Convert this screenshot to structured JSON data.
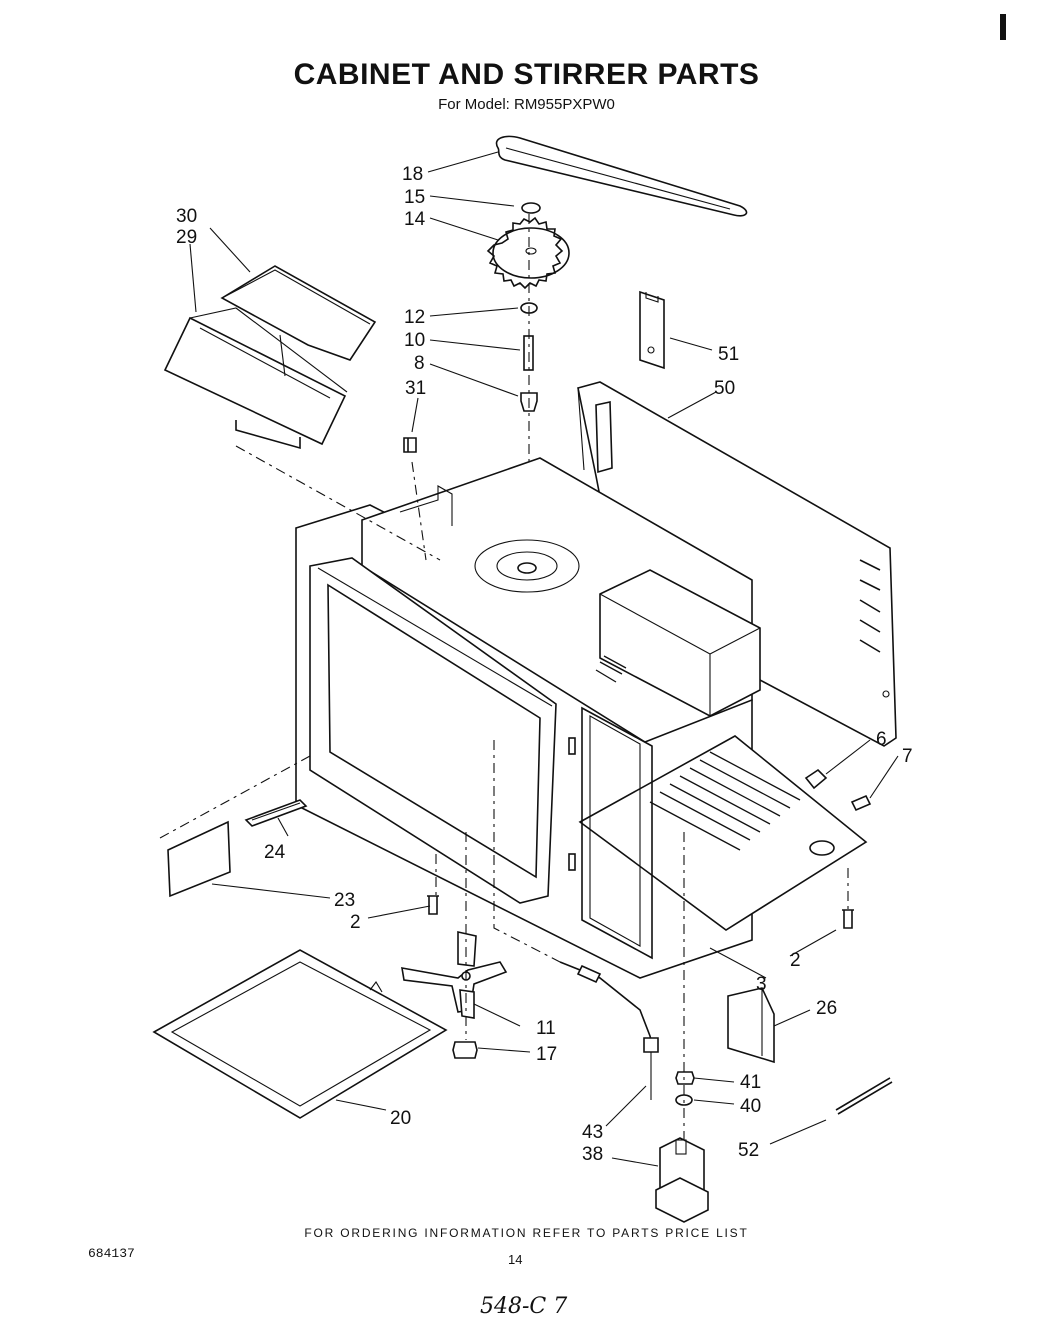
{
  "header": {
    "title": "CABINET AND STIRRER PARTS",
    "subtitle": "For Model: RM955PXPW0"
  },
  "footer": {
    "ordering_note": "FOR ORDERING INFORMATION REFER TO PARTS PRICE LIST",
    "document_number": "684137",
    "page_number": "14",
    "handwritten_note": "548-C 7"
  },
  "callouts": {
    "c18": "18",
    "c15": "15",
    "c14": "14",
    "c30": "30",
    "c29": "29",
    "c12": "12",
    "c10": "10",
    "c8": "8",
    "c31": "31",
    "c51": "51",
    "c50": "50",
    "c6": "6",
    "c7": "7",
    "c24": "24",
    "c23": "23",
    "c2a": "2",
    "c2b": "2",
    "c3": "3",
    "c26": "26",
    "c11": "11",
    "c17": "17",
    "c20": "20",
    "c41": "41",
    "c40": "40",
    "c43": "43",
    "c38": "38",
    "c52": "52"
  }
}
